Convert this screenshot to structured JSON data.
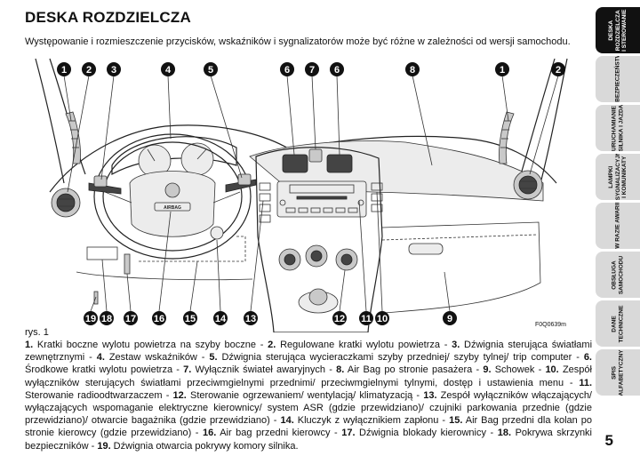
{
  "header": {
    "title": "DESKA ROZDZIELCZA",
    "intro": "Występowanie i rozmieszczenie przycisków, wskaźników i sygnalizatorów może być różne w zależności od wersji samochodu."
  },
  "figure": {
    "caption": "rys. 1",
    "code": "F0Q0639m",
    "steering_emblem": "AIRBAG",
    "callouts": [
      "1",
      "2",
      "3",
      "4",
      "5",
      "6",
      "7",
      "6",
      "8",
      "1",
      "2",
      "19",
      "18",
      "17",
      "16",
      "15",
      "14",
      "13",
      "12",
      "11",
      "10",
      "9"
    ]
  },
  "legend": [
    {
      "num": "1",
      "text": "Kratki boczne wylotu powietrza na szyby boczne"
    },
    {
      "num": "2",
      "text": "Regulowane kratki wylotu powietrza"
    },
    {
      "num": "3",
      "text": "Dźwignia sterująca światłami zewnętrznymi"
    },
    {
      "num": "4",
      "text": "Zestaw wskaźników"
    },
    {
      "num": "5",
      "text": "Dźwignia sterująca wycieraczkami szyby przedniej/ szyby tylnej/ trip computer"
    },
    {
      "num": "6",
      "text": "Środkowe kratki wylotu powietrza"
    },
    {
      "num": "7",
      "text": "Wyłącznik świateł awaryjnych"
    },
    {
      "num": "8",
      "text": "Air Bag po stronie pasażera"
    },
    {
      "num": "9",
      "text": "Schowek"
    },
    {
      "num": "10",
      "text": "Zespół wyłączników sterujących światłami przeciwmgielnymi przednimi/ przeciwmgielnymi tylnymi, dostęp i ustawienia menu"
    },
    {
      "num": "11",
      "text": "Sterowanie radioodtwarzaczem"
    },
    {
      "num": "12",
      "text": "Sterowanie ogrzewaniem/ wentylacją/ klimatyzacją"
    },
    {
      "num": "13",
      "text": "Zespół wyłączników włączających/ wyłączających wspomaganie elektryczne kierownicy/ system ASR (gdzie przewidziano)/ czujniki parkowania przednie (gdzie przewidziano)/ otwarcie bagażnika (gdzie przewidziano)"
    },
    {
      "num": "14",
      "text": "Kluczyk z wyłącznikiem zapłonu"
    },
    {
      "num": "15",
      "text": "Air Bag przedni dla kolan po stronie kierowcy (gdzie przewidziano)"
    },
    {
      "num": "16",
      "text": "Air bag przedni kierowcy"
    },
    {
      "num": "17",
      "text": "Dźwignia blokady kierownicy"
    },
    {
      "num": "18",
      "text": "Pokrywa skrzynki bezpieczników"
    },
    {
      "num": "19",
      "text": "Dźwignia otwarcia pokrywy komory silnika"
    }
  ],
  "side_tabs": [
    {
      "label": "DESKA\nROZDZIELCZA\nI STEROWANIE",
      "active": true
    },
    {
      "label": "BEZPIECZEŃSTWO",
      "active": false
    },
    {
      "label": "URUCHAMIANIE\nSILNIKA I JAZDA",
      "active": false
    },
    {
      "label": "LAMPKI\nSYGNALIZACYJNE\nI KOMUNIKATY",
      "active": false
    },
    {
      "label": "W RAZIE AWARII",
      "active": false
    },
    {
      "label": "OBSŁUGA\nSAMOCHODU",
      "active": false
    },
    {
      "label": "DANE\nTECHNICZNE",
      "active": false
    },
    {
      "label": "SPIS\nALFABETYCZNY",
      "active": false
    }
  ],
  "page_number": "5"
}
